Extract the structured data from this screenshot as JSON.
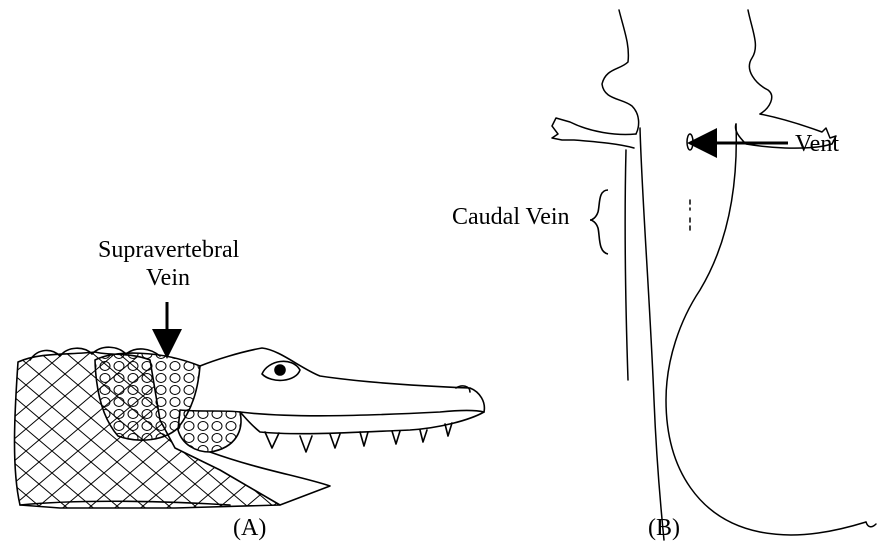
{
  "panel_a": {
    "label": "(A)",
    "annotation_line1": "Supravertebral",
    "annotation_line2": "Vein"
  },
  "panel_b": {
    "label": "(B)",
    "vent_label": "Vent",
    "caudal_label": "Caudal Vein"
  }
}
